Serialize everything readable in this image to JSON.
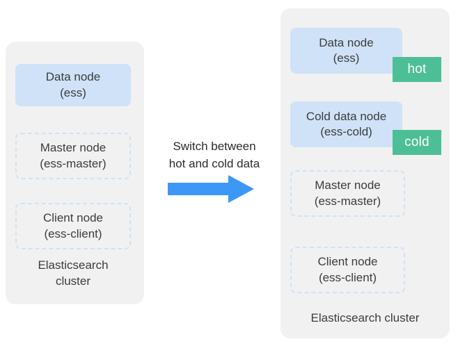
{
  "diagram": {
    "title_text": "Switch between hot and cold data",
    "colors": {
      "panel_background": "#f1f1f1",
      "node_fill": "#cfe2f8",
      "node_dashed_border": "#cfe2f8",
      "badge_green": "#4dbf96",
      "arrow_blue": "#3d97f7",
      "text": "#3c3c3c",
      "page_background": "#ffffff"
    }
  },
  "left_cluster": {
    "caption_line1": "Elasticsearch",
    "caption_line2": "cluster",
    "nodes": [
      {
        "role": "Data node",
        "name": "(ess)",
        "style": "solid"
      },
      {
        "role": "Master node",
        "name": "(ess-master)",
        "style": "dashed"
      },
      {
        "role": "Client node",
        "name": "(ess-client)",
        "style": "dashed"
      }
    ]
  },
  "transition": {
    "label_line1": "Switch between",
    "label_line2": "hot and cold data",
    "arrow_direction": "right"
  },
  "right_cluster": {
    "caption": "Elasticsearch cluster",
    "nodes": [
      {
        "role": "Data node",
        "name": "(ess)",
        "style": "solid",
        "badge": "hot"
      },
      {
        "role": "Cold data node",
        "name": "(ess-cold)",
        "style": "solid",
        "badge": "cold"
      },
      {
        "role": "Master node",
        "name": "(ess-master)",
        "style": "dashed",
        "badge": ""
      },
      {
        "role": "Client node",
        "name": "(ess-client)",
        "style": "dashed",
        "badge": ""
      }
    ]
  }
}
